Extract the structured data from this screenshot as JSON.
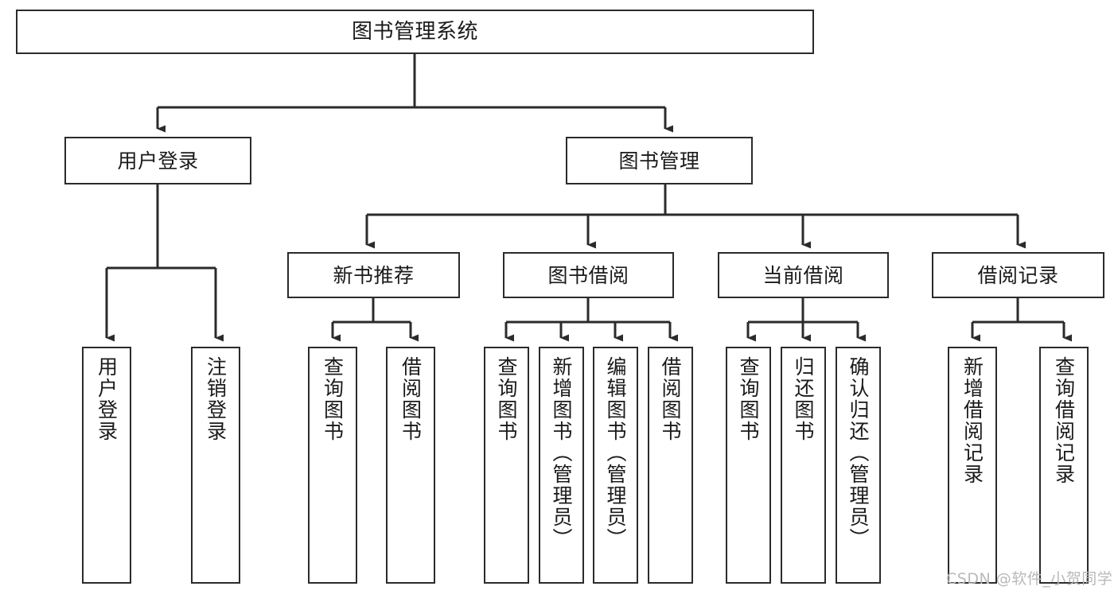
{
  "diagram": {
    "title": "图书管理系统",
    "type": "tree-hierarchy-diagram",
    "colors": {
      "box_border": "#2b2b2b",
      "box_fill": "#ffffff",
      "connector": "#2b2b2b",
      "background": "#ffffff",
      "watermark": "#b9b9b9"
    },
    "root": {
      "label": "图书管理系统"
    },
    "level2": [
      {
        "label": "用户登录"
      },
      {
        "label": "图书管理"
      }
    ],
    "level3": [
      {
        "label": "新书推荐"
      },
      {
        "label": "图书借阅"
      },
      {
        "label": "当前借阅"
      },
      {
        "label": "借阅记录"
      }
    ],
    "leaves": {
      "user_login": [
        {
          "label": "用户登录"
        },
        {
          "label": "注销登录"
        }
      ],
      "new_book_recommend": [
        {
          "label": "查询图书"
        },
        {
          "label": "借阅图书"
        }
      ],
      "book_borrow": [
        {
          "label": "查询图书"
        },
        {
          "label": "新增图书（管理员）"
        },
        {
          "label": "编辑图书（管理员）"
        },
        {
          "label": "借阅图书"
        }
      ],
      "current_borrow": [
        {
          "label": "查询图书"
        },
        {
          "label": "归还图书"
        },
        {
          "label": "确认归还（管理员）"
        }
      ],
      "borrow_record": [
        {
          "label": "新增借阅记录"
        },
        {
          "label": "查询借阅记录"
        }
      ]
    },
    "watermark": "CSDN @软件_小贺同学"
  }
}
